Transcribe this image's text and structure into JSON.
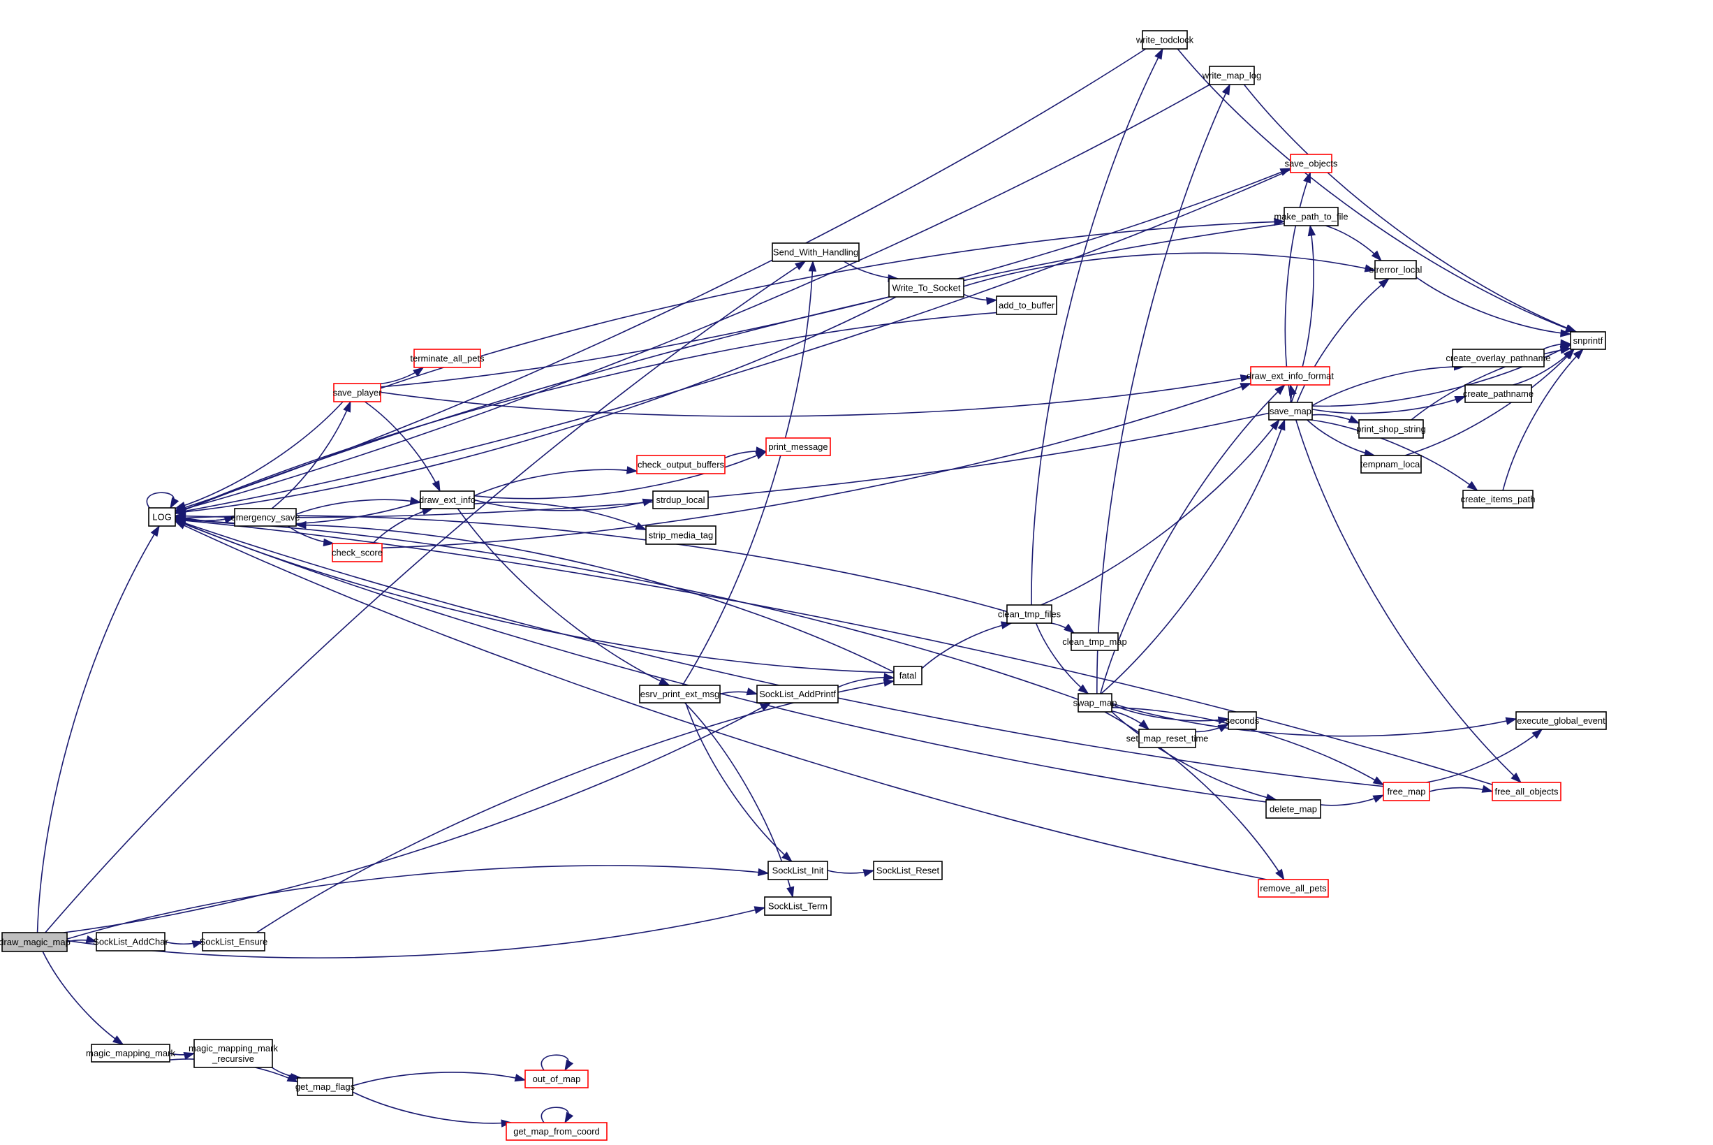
{
  "graph": {
    "title": "draw_magic_map call graph",
    "colors": {
      "edge": "#191970",
      "node_border": "#000000",
      "truncated_border": "#ff0000",
      "root_fill": "#bfbfbf",
      "background": "#ffffff"
    },
    "nodes": [
      {
        "id": "draw_magic_map",
        "label": "draw_magic_map",
        "style": "root"
      },
      {
        "id": "SockList_AddChar",
        "label": "SockList_AddChar",
        "style": "normal"
      },
      {
        "id": "SockList_Ensure",
        "label": "SockList_Ensure",
        "style": "normal"
      },
      {
        "id": "magic_mapping_mark",
        "label": "magic_mapping_mark",
        "style": "normal"
      },
      {
        "id": "magic_mapping_mark_recursive",
        "label": "magic_mapping_mark\n_recursive",
        "style": "normal"
      },
      {
        "id": "get_map_flags",
        "label": "get_map_flags",
        "style": "normal"
      },
      {
        "id": "out_of_map",
        "label": "out_of_map",
        "style": "truncated"
      },
      {
        "id": "get_map_from_coord",
        "label": "get_map_from_coord",
        "style": "truncated"
      },
      {
        "id": "LOG",
        "label": "LOG",
        "style": "normal"
      },
      {
        "id": "emergency_save",
        "label": "emergency_save",
        "style": "normal"
      },
      {
        "id": "save_player",
        "label": "save_player",
        "style": "truncated"
      },
      {
        "id": "terminate_all_pets",
        "label": "terminate_all_pets",
        "style": "truncated"
      },
      {
        "id": "check_score",
        "label": "check_score",
        "style": "truncated"
      },
      {
        "id": "draw_ext_info",
        "label": "draw_ext_info",
        "style": "normal"
      },
      {
        "id": "check_output_buffers",
        "label": "check_output_buffers",
        "style": "truncated"
      },
      {
        "id": "print_message",
        "label": "print_message",
        "style": "truncated"
      },
      {
        "id": "strdup_local",
        "label": "strdup_local",
        "style": "normal"
      },
      {
        "id": "strip_media_tag",
        "label": "strip_media_tag",
        "style": "normal"
      },
      {
        "id": "Send_With_Handling",
        "label": "Send_With_Handling",
        "style": "normal"
      },
      {
        "id": "Write_To_Socket",
        "label": "Write_To_Socket",
        "style": "normal"
      },
      {
        "id": "add_to_buffer",
        "label": "add_to_buffer",
        "style": "normal"
      },
      {
        "id": "write_todclock",
        "label": "write_todclock",
        "style": "normal"
      },
      {
        "id": "write_map_log",
        "label": "write_map_log",
        "style": "normal"
      },
      {
        "id": "save_objects",
        "label": "save_objects",
        "style": "truncated"
      },
      {
        "id": "make_path_to_file",
        "label": "make_path_to_file",
        "style": "normal"
      },
      {
        "id": "strerror_local",
        "label": "strerror_local",
        "style": "normal"
      },
      {
        "id": "snprintf",
        "label": "snprintf",
        "style": "normal"
      },
      {
        "id": "draw_ext_info_format",
        "label": "draw_ext_info_format",
        "style": "truncated"
      },
      {
        "id": "save_map",
        "label": "save_map",
        "style": "normal"
      },
      {
        "id": "create_overlay_pathname",
        "label": "create_overlay_pathname",
        "style": "normal"
      },
      {
        "id": "create_pathname",
        "label": "create_pathname",
        "style": "normal"
      },
      {
        "id": "print_shop_string",
        "label": "print_shop_string",
        "style": "normal"
      },
      {
        "id": "tempnam_local",
        "label": "tempnam_local",
        "style": "normal"
      },
      {
        "id": "create_items_path",
        "label": "create_items_path",
        "style": "normal"
      },
      {
        "id": "clean_tmp_files",
        "label": "clean_tmp_files",
        "style": "normal"
      },
      {
        "id": "clean_tmp_map",
        "label": "clean_tmp_map",
        "style": "normal"
      },
      {
        "id": "swap_map",
        "label": "swap_map",
        "style": "normal"
      },
      {
        "id": "fatal",
        "label": "fatal",
        "style": "normal"
      },
      {
        "id": "esrv_print_ext_msg",
        "label": "esrv_print_ext_msg",
        "style": "normal"
      },
      {
        "id": "SockList_AddPrintf",
        "label": "SockList_AddPrintf",
        "style": "normal"
      },
      {
        "id": "seconds",
        "label": "seconds",
        "style": "normal"
      },
      {
        "id": "set_map_reset_time",
        "label": "set_map_reset_time",
        "style": "normal"
      },
      {
        "id": "execute_global_event",
        "label": "execute_global_event",
        "style": "normal"
      },
      {
        "id": "free_map",
        "label": "free_map",
        "style": "truncated"
      },
      {
        "id": "free_all_objects",
        "label": "free_all_objects",
        "style": "truncated"
      },
      {
        "id": "delete_map",
        "label": "delete_map",
        "style": "normal"
      },
      {
        "id": "remove_all_pets",
        "label": "remove_all_pets",
        "style": "truncated"
      },
      {
        "id": "SockList_Init",
        "label": "SockList_Init",
        "style": "normal"
      },
      {
        "id": "SockList_Reset",
        "label": "SockList_Reset",
        "style": "normal"
      },
      {
        "id": "SockList_Term",
        "label": "SockList_Term",
        "style": "normal"
      }
    ],
    "edges": [
      [
        "draw_magic_map",
        "SockList_AddChar"
      ],
      [
        "draw_magic_map",
        "magic_mapping_mark"
      ],
      [
        "draw_magic_map",
        "LOG"
      ],
      [
        "draw_magic_map",
        "SockList_AddPrintf"
      ],
      [
        "draw_magic_map",
        "SockList_Init"
      ],
      [
        "draw_magic_map",
        "SockList_Term"
      ],
      [
        "draw_magic_map",
        "Send_With_Handling"
      ],
      [
        "SockList_AddChar",
        "SockList_Ensure"
      ],
      [
        "SockList_Ensure",
        "fatal"
      ],
      [
        "magic_mapping_mark",
        "magic_mapping_mark_recursive"
      ],
      [
        "magic_mapping_mark",
        "get_map_flags"
      ],
      [
        "magic_mapping_mark_recursive",
        "get_map_flags"
      ],
      [
        "get_map_flags",
        "out_of_map"
      ],
      [
        "get_map_flags",
        "get_map_from_coord"
      ],
      [
        "out_of_map",
        "out_of_map"
      ],
      [
        "get_map_from_coord",
        "get_map_from_coord"
      ],
      [
        "LOG",
        "LOG"
      ],
      [
        "LOG",
        "emergency_save"
      ],
      [
        "emergency_save",
        "LOG"
      ],
      [
        "emergency_save",
        "save_player"
      ],
      [
        "emergency_save",
        "draw_ext_info"
      ],
      [
        "emergency_save",
        "check_score"
      ],
      [
        "save_player",
        "LOG"
      ],
      [
        "save_player",
        "terminate_all_pets"
      ],
      [
        "save_player",
        "draw_ext_info"
      ],
      [
        "save_player",
        "draw_ext_info_format"
      ],
      [
        "save_player",
        "make_path_to_file"
      ],
      [
        "save_player",
        "save_objects"
      ],
      [
        "check_score",
        "draw_ext_info"
      ],
      [
        "check_score",
        "draw_ext_info_format"
      ],
      [
        "draw_ext_info",
        "LOG"
      ],
      [
        "draw_ext_info",
        "print_message"
      ],
      [
        "draw_ext_info",
        "check_output_buffers"
      ],
      [
        "draw_ext_info",
        "strdup_local"
      ],
      [
        "draw_ext_info",
        "strip_media_tag"
      ],
      [
        "draw_ext_info",
        "esrv_print_ext_msg"
      ],
      [
        "check_output_buffers",
        "print_message"
      ],
      [
        "esrv_print_ext_msg",
        "Send_With_Handling"
      ],
      [
        "esrv_print_ext_msg",
        "SockList_AddPrintf"
      ],
      [
        "esrv_print_ext_msg",
        "SockList_Init"
      ],
      [
        "esrv_print_ext_msg",
        "SockList_Term"
      ],
      [
        "Send_With_Handling",
        "Write_To_Socket"
      ],
      [
        "Write_To_Socket",
        "LOG"
      ],
      [
        "Write_To_Socket",
        "add_to_buffer"
      ],
      [
        "Write_To_Socket",
        "strerror_local"
      ],
      [
        "add_to_buffer",
        "LOG"
      ],
      [
        "SockList_AddPrintf",
        "fatal"
      ],
      [
        "SockList_Init",
        "SockList_Reset"
      ],
      [
        "fatal",
        "LOG"
      ],
      [
        "fatal",
        "emergency_save"
      ],
      [
        "fatal",
        "clean_tmp_files"
      ],
      [
        "clean_tmp_files",
        "LOG"
      ],
      [
        "clean_tmp_files",
        "write_todclock"
      ],
      [
        "clean_tmp_files",
        "save_map"
      ],
      [
        "clean_tmp_files",
        "clean_tmp_map"
      ],
      [
        "clean_tmp_files",
        "swap_map"
      ],
      [
        "write_todclock",
        "LOG"
      ],
      [
        "write_todclock",
        "snprintf"
      ],
      [
        "write_map_log",
        "LOG"
      ],
      [
        "write_map_log",
        "snprintf"
      ],
      [
        "save_objects",
        "LOG"
      ],
      [
        "make_path_to_file",
        "LOG"
      ],
      [
        "make_path_to_file",
        "strerror_local"
      ],
      [
        "strerror_local",
        "snprintf"
      ],
      [
        "save_map",
        "LOG"
      ],
      [
        "save_map",
        "draw_ext_info_format"
      ],
      [
        "save_map",
        "save_objects"
      ],
      [
        "save_map",
        "make_path_to_file"
      ],
      [
        "save_map",
        "strerror_local"
      ],
      [
        "save_map",
        "snprintf"
      ],
      [
        "save_map",
        "create_overlay_pathname"
      ],
      [
        "save_map",
        "create_pathname"
      ],
      [
        "save_map",
        "print_shop_string"
      ],
      [
        "save_map",
        "tempnam_local"
      ],
      [
        "save_map",
        "create_items_path"
      ],
      [
        "save_map",
        "free_all_objects"
      ],
      [
        "create_overlay_pathname",
        "snprintf"
      ],
      [
        "create_pathname",
        "snprintf"
      ],
      [
        "print_shop_string",
        "snprintf"
      ],
      [
        "tempnam_local",
        "snprintf"
      ],
      [
        "create_items_path",
        "snprintf"
      ],
      [
        "swap_map",
        "LOG"
      ],
      [
        "swap_map",
        "write_map_log"
      ],
      [
        "swap_map",
        "save_map"
      ],
      [
        "swap_map",
        "draw_ext_info_format"
      ],
      [
        "swap_map",
        "seconds"
      ],
      [
        "swap_map",
        "set_map_reset_time"
      ],
      [
        "swap_map",
        "execute_global_event"
      ],
      [
        "swap_map",
        "free_map"
      ],
      [
        "swap_map",
        "delete_map"
      ],
      [
        "swap_map",
        "remove_all_pets"
      ],
      [
        "set_map_reset_time",
        "seconds"
      ],
      [
        "free_map",
        "LOG"
      ],
      [
        "free_map",
        "execute_global_event"
      ],
      [
        "free_map",
        "free_all_objects"
      ],
      [
        "free_all_objects",
        "LOG"
      ],
      [
        "delete_map",
        "LOG"
      ],
      [
        "delete_map",
        "free_map"
      ],
      [
        "remove_all_pets",
        "LOG"
      ]
    ]
  }
}
